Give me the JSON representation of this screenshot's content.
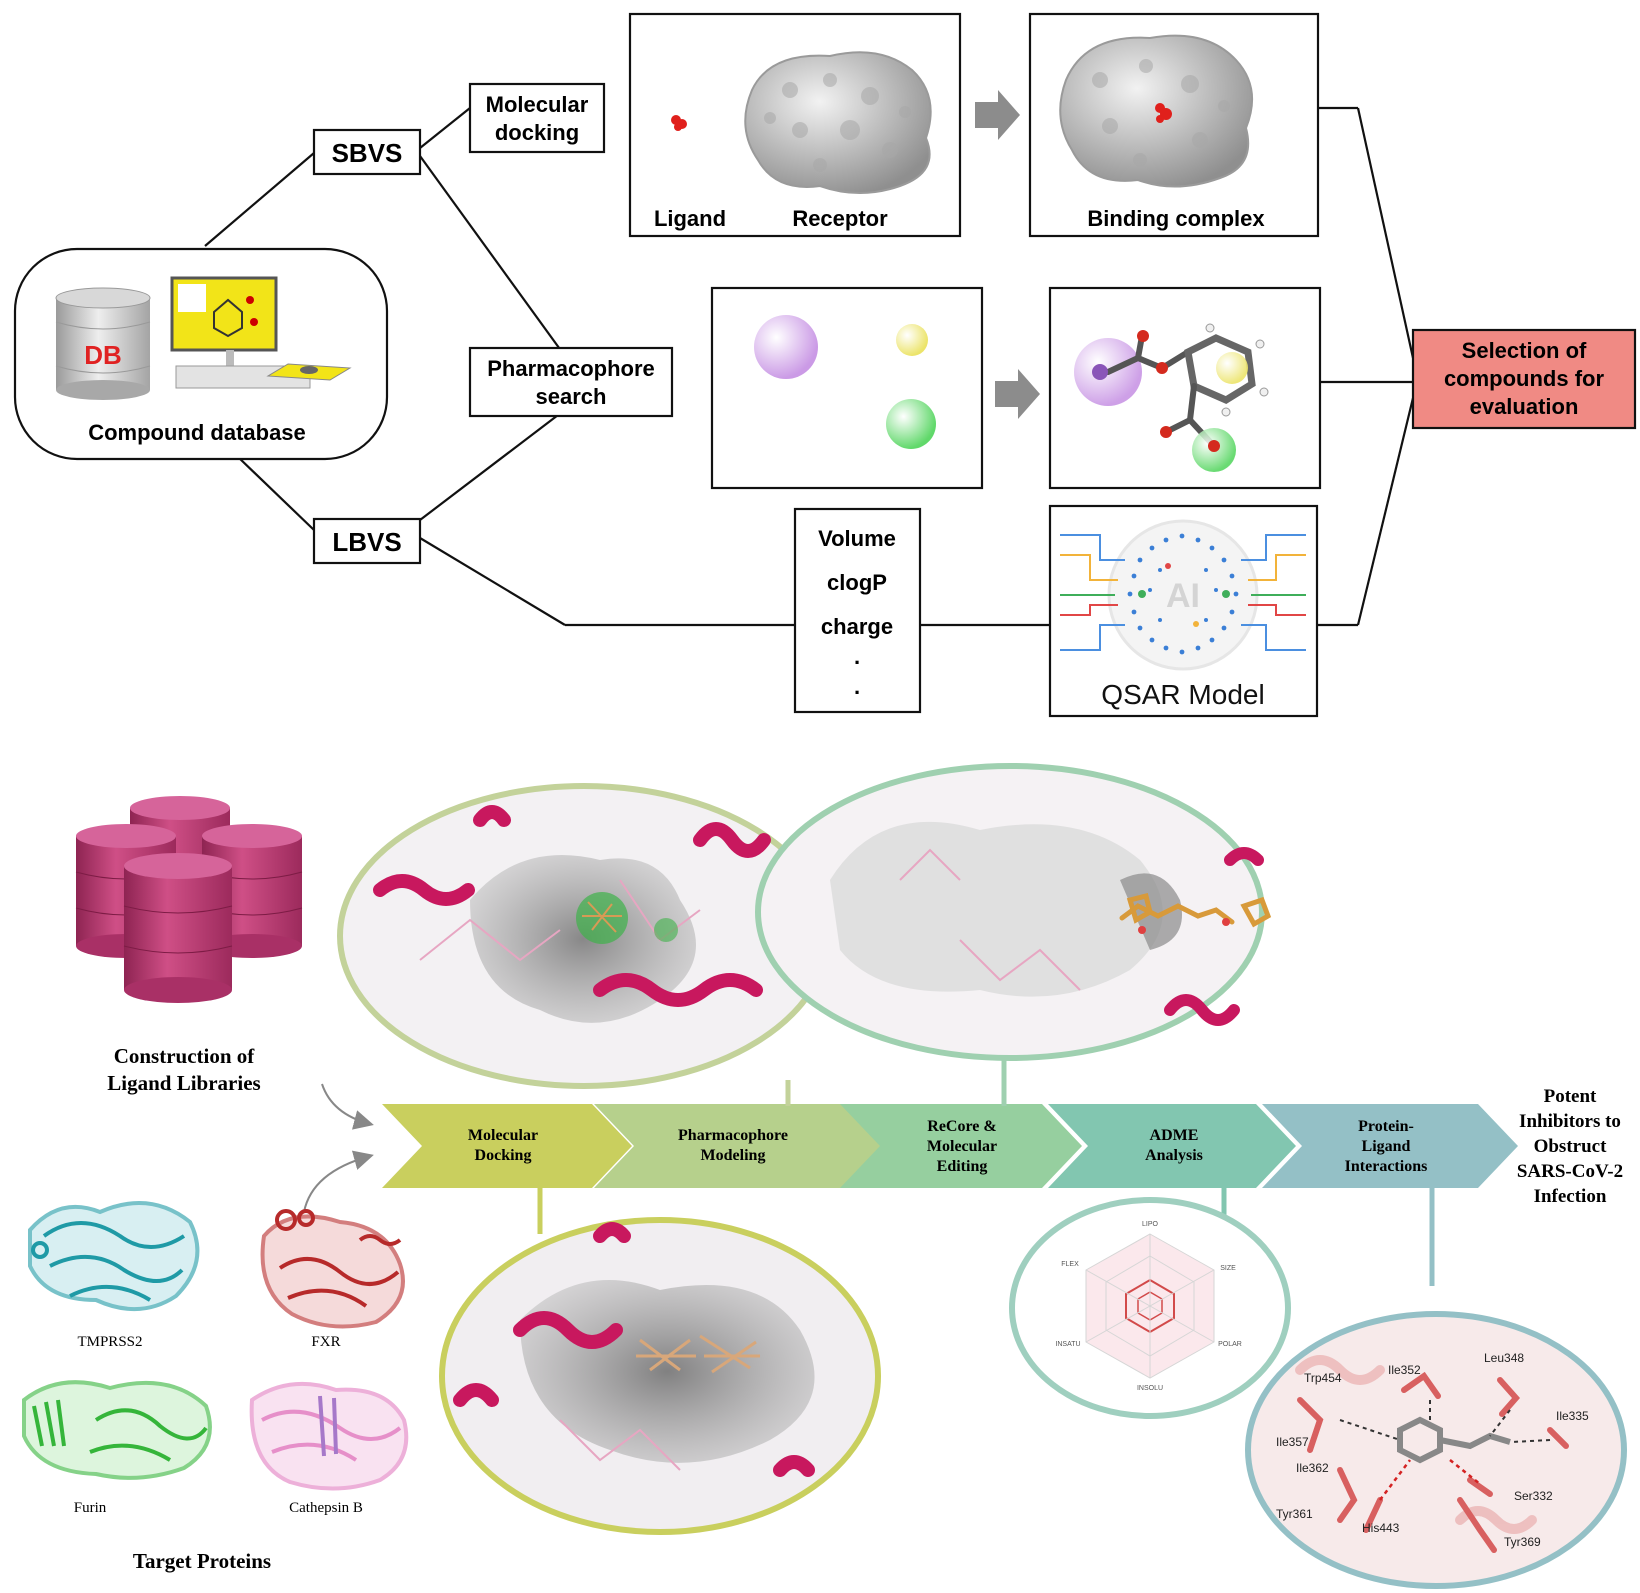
{
  "top_diagram": {
    "compound_database_label": "Compound database",
    "db_label": "DB",
    "sbvs_label": "SBVS",
    "lbvs_label": "LBVS",
    "molecular_docking": [
      "Molecular",
      "docking"
    ],
    "pharmacophore_search": [
      "Pharmacophore",
      "search"
    ],
    "ligand_label": "Ligand",
    "receptor_label": "Receptor",
    "binding_complex_label": "Binding complex",
    "descriptors": [
      "Volume",
      "clogP",
      "charge",
      ".",
      "."
    ],
    "qsar_label": "QSAR Model",
    "ai_label": "AI",
    "selection": [
      "Selection of",
      "compounds for",
      "evaluation"
    ],
    "colors": {
      "selection_fill": "#f08a84",
      "ligand_red": "#e0201c",
      "receptor_gray": "#b5b5b5",
      "arrow_gray": "#8c8c8c",
      "sphere_purple": "#d9b8ec",
      "sphere_yellow": "#f2ee8c",
      "sphere_green": "#8fe38f"
    }
  },
  "bottom_diagram": {
    "ligand_libraries": [
      "Construction  of",
      "Ligand Libraries"
    ],
    "steps": [
      {
        "lines": [
          "Molecular",
          "Docking"
        ],
        "color": "#c9cf5e"
      },
      {
        "lines": [
          "Pharmacophore",
          "Modeling"
        ],
        "color": "#b6d08c"
      },
      {
        "lines": [
          "ReCore &",
          "Molecular",
          "Editing"
        ],
        "color": "#96cf9f"
      },
      {
        "lines": [
          "ADME",
          "Analysis"
        ],
        "color": "#82c6b0"
      },
      {
        "lines": [
          "Protein-",
          "Ligand",
          "Interactions"
        ],
        "color": "#94c0c6"
      }
    ],
    "final_label": [
      "Potent",
      "Inhibitors to",
      "Obstruct",
      "SARS-CoV-2",
      "Infection"
    ],
    "target_proteins": [
      {
        "name": "TMPRSS2",
        "color": "#1f9aa6"
      },
      {
        "name": "FXR",
        "color": "#b72a2a"
      },
      {
        "name": "Furin",
        "color": "#35b53a"
      },
      {
        "name": "Cathepsin B",
        "color": "#e68fc9"
      }
    ],
    "target_proteins_label": "Target Proteins",
    "radar_axes": [
      "LIPO",
      "SIZE",
      "POLAR",
      "INSOLU",
      "INSATU",
      "FLEX"
    ],
    "residues": [
      "Trp454",
      "Ile352",
      "Leu348",
      "Ile335",
      "Ile357",
      "Ile362",
      "Ser332",
      "Tyr361",
      "His443",
      "Tyr369"
    ],
    "colors": {
      "db_cylinder": "#c0386e",
      "helix_magenta": "#c8185e",
      "surface_gray": "#8a8a8a"
    }
  }
}
